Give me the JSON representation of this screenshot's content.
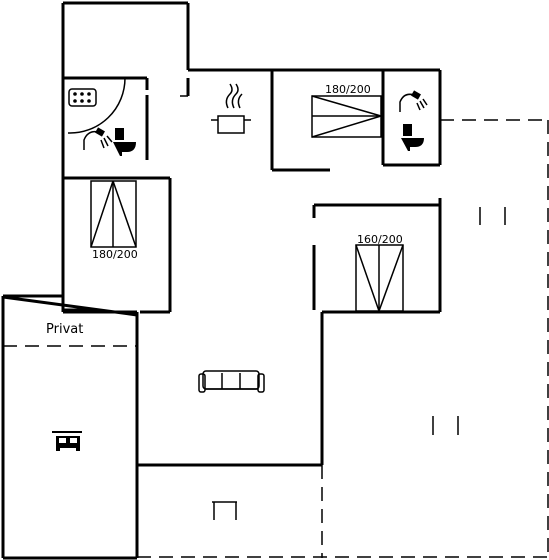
{
  "plan": {
    "labels": {
      "bed_upper_right": "180/200",
      "bed_left": "180/200",
      "bed_right": "160/200",
      "privat": "Privat"
    },
    "icons": [
      "jacuzzi-icon",
      "shower-icon",
      "toilet-icon",
      "kitchen-pot-icon",
      "bed-icon",
      "sofa-icon",
      "car-icon",
      "bench-icon"
    ]
  }
}
